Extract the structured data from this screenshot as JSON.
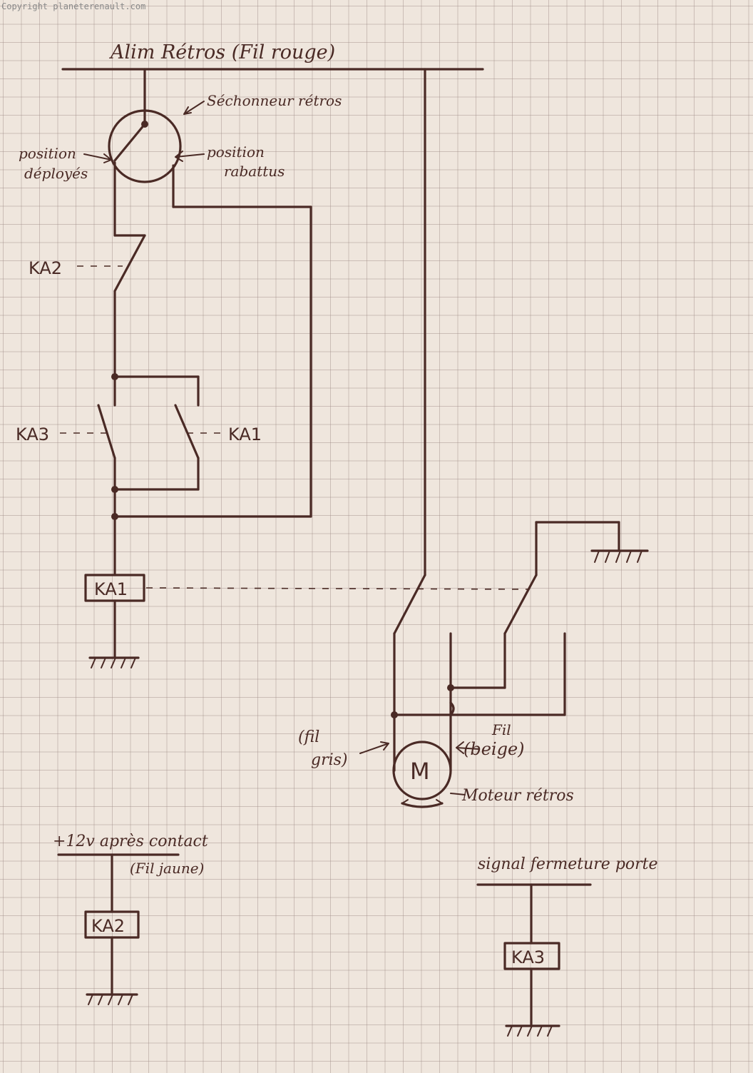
{
  "watermark": "Copyright planeterenault.com",
  "labels": {
    "supply": "Alim Rétros (Fil rouge)",
    "selector": "Séchonneur rétros",
    "pos_deployed_1": "position",
    "pos_deployed_2": "déployés",
    "pos_folded_1": "position",
    "pos_folded_2": "rabattus",
    "ka2_contact": "KA2",
    "ka3_contact": "KA3",
    "ka1_contact": "KA1",
    "ka1_coil": "KA1",
    "fil_gris_1": "(fil",
    "fil_gris_2": "gris)",
    "fil_beige_1": "Fil",
    "fil_beige_2": "(beige)",
    "motor_symbol": "M",
    "motor_label": "Moteur rétros",
    "ignition_1": "+12v après contact",
    "ignition_2": "(Fil jaune)",
    "ka2_coil": "KA2",
    "door_signal": "signal fermeture porte",
    "ka3_coil": "KA3"
  }
}
